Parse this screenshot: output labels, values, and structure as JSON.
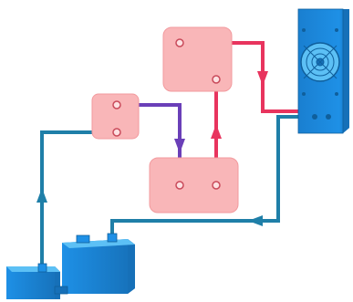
{
  "diagram": {
    "components": [
      {
        "id": "pump",
        "kind": "pump",
        "icon": "pump-icon"
      },
      {
        "id": "reservoir",
        "kind": "reservoir",
        "icon": "reservoir-tank-icon"
      },
      {
        "id": "cpu_block",
        "kind": "water-block-small",
        "icon": "water-block-icon"
      },
      {
        "id": "gpu_block_a",
        "kind": "water-block-large",
        "icon": "water-block-icon"
      },
      {
        "id": "gpu_block_b",
        "kind": "water-block-top",
        "icon": "water-block-icon"
      },
      {
        "id": "radiator",
        "kind": "radiator-with-fan",
        "icon": "radiator-fan-icon"
      }
    ],
    "tubes": [
      {
        "from": "pump",
        "to": "cpu_block",
        "temperature": "cold"
      },
      {
        "from": "cpu_block",
        "to": "gpu_block_a",
        "temperature": "warm"
      },
      {
        "from": "gpu_block_a",
        "to": "gpu_block_b",
        "temperature": "hot"
      },
      {
        "from": "gpu_block_b",
        "to": "radiator",
        "temperature": "hot"
      },
      {
        "from": "radiator",
        "to": "reservoir",
        "temperature": "cold"
      }
    ],
    "colors": {
      "cold": "#1f7fa8",
      "warm": "#6a3fb8",
      "hot": "#e8345e",
      "block_fill": "#f9b6b8",
      "block_stroke": "#f29a9e",
      "port": "#c94a5a",
      "device_blue": "#1e90e6",
      "device_blue_dark": "#1670b8",
      "device_blue_light": "#5cc0f5"
    }
  }
}
